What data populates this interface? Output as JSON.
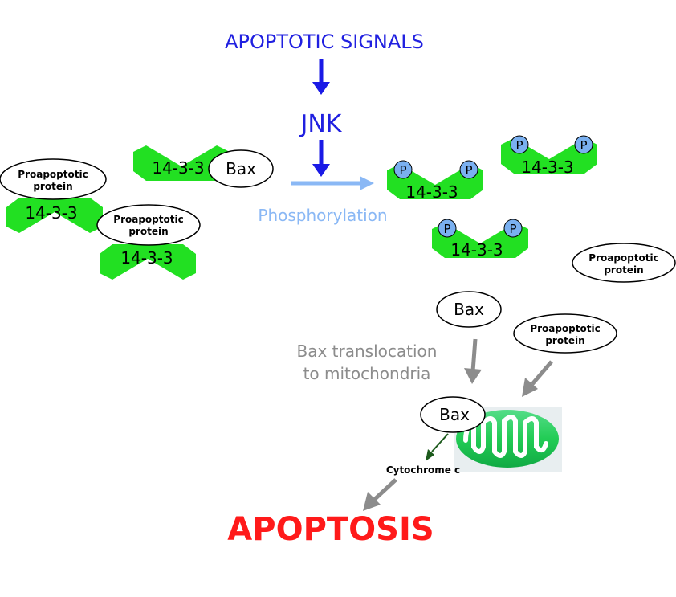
{
  "colors": {
    "signal_text": "#2020e0",
    "signal_arrow": "#1a1ae6",
    "phospho_arrow": "#8ab8f5",
    "phospho_text": "#8ab8f5",
    "protein_green": "#22e022",
    "phospho_dot": "#7ab0f0",
    "gray_text": "#8c8c8c",
    "gray_arrow": "#8c8c8c",
    "apoptosis_red": "#ff1a1a",
    "cyto_arrow": "#1c5a1c",
    "mito_green": "#22cc55"
  },
  "labels": {
    "apoptotic_signals": "APOPTOTIC SIGNALS",
    "jnk": "JNK",
    "phosphorylation": "Phosphorylation",
    "protein_1433": "14-3-3",
    "bax": "Bax",
    "proapoptotic_line1": "Proapoptotic",
    "proapoptotic_line2": "protein",
    "phospho_mark": "P",
    "bax_translocation_line1": "Bax translocation",
    "bax_translocation_line2": "to mitochondria",
    "cytochrome_c": "Cytochrome c",
    "apoptosis": "APOPTOSIS"
  }
}
